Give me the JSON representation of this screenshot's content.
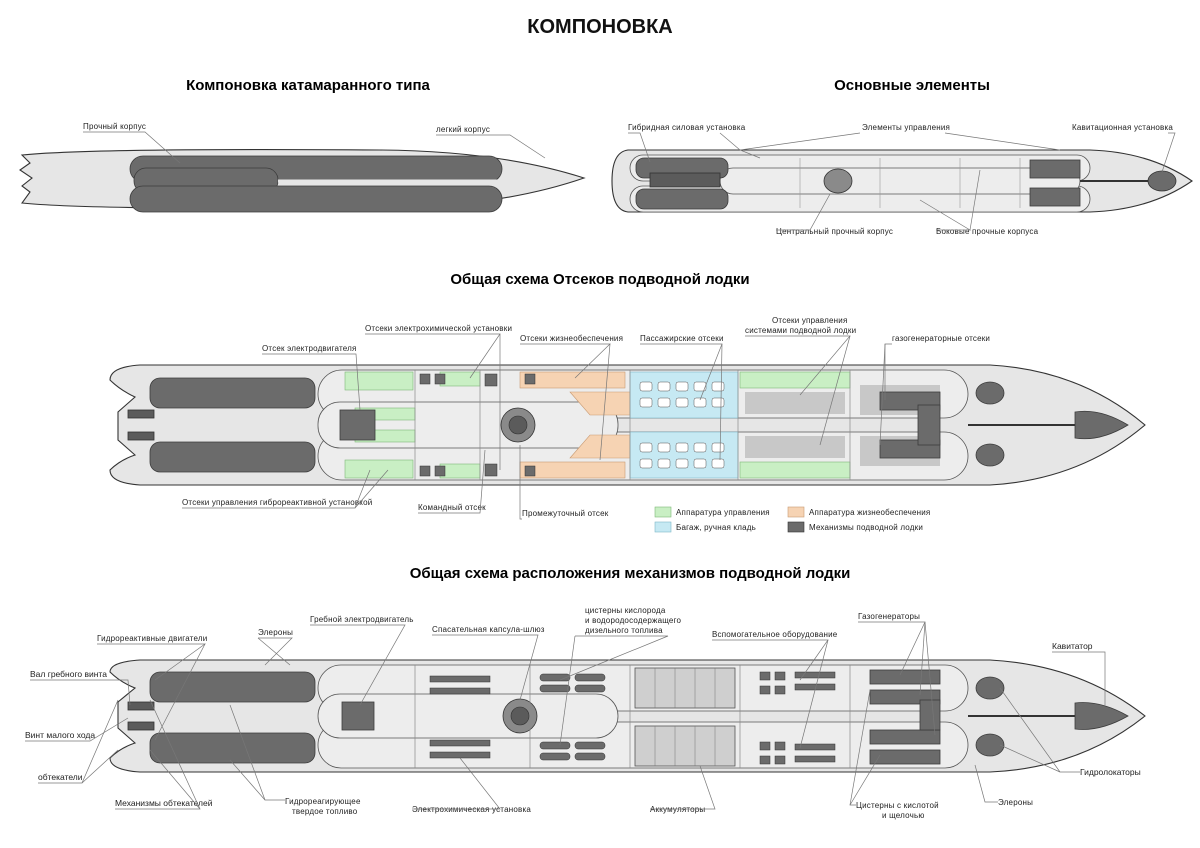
{
  "title": "КОМПОНОВКА",
  "sections": {
    "catamaran": {
      "title": "Компоновка катамаранного типа",
      "labels": {
        "strong_hull": "Прочный корпус",
        "light_hull": "легкий корпус"
      }
    },
    "elements": {
      "title": "Основные элементы",
      "labels": {
        "hybrid": "Гибридная силовая установка",
        "controls": "Элементы управления",
        "cavitation": "Кавитационная установка",
        "central": "Центральный прочный корпус",
        "side": "Боковые прочные корпуса"
      }
    },
    "compartments": {
      "title": "Общая схема Отсеков подводной лодки",
      "labels": {
        "electrochemical": "Отсеки электрохимической установки",
        "life_support": "Отсеки жизнеобеспечения",
        "passenger": "Пассажирские отсеки",
        "control_sys_1": "Отсеки управления",
        "control_sys_2": "системами подводной лодки",
        "gasgen": "газогенераторные отсеки",
        "motor": "Отсек электродвигателя",
        "jet_control": "Отсеки управления гиброреактивной установкой",
        "command": "Командный отсек",
        "intermediate": "Промежуточный отсек"
      },
      "legend": [
        {
          "label": "Аппаратура управления",
          "color": "#c9efc4"
        },
        {
          "label": "Аппаратура жизнеобеспечения",
          "color": "#f6d3b3"
        },
        {
          "label": "Багаж, ручная кладь",
          "color": "#c6e9f3"
        },
        {
          "label": "Механизмы подводной лодки",
          "color": "#6b6b6b"
        }
      ]
    },
    "mechanisms": {
      "title": "Общая схема расположения механизмов подводной лодки",
      "labels": {
        "jet_engines": "Гидрореактивные двигатели",
        "shaft": "Вал гребного винта",
        "slow_prop": "Винт малого хода",
        "fairings": "обтекатели",
        "fairing_mech": "Механизмы обтекателей",
        "ailerons_top": "Элероны",
        "prop_motor": "Гребной электродвигатель",
        "capsule": "Спасательная капсула-шлюз",
        "tanks_1": "цистерны кислорода",
        "tanks_2": "и водородосодержащего",
        "tanks_3": "дизельного топлива",
        "aux": "Вспомогательное оборудование",
        "gasgens": "Газогенераторы",
        "cavitator": "Кавитатор",
        "fuel_1": "Гидрореагирующее",
        "fuel_2": "твердое топливо",
        "electrochem": "Электрохимическая установка",
        "batteries": "Аккумуляторы",
        "acid_1": "Цистерны с кислотой",
        "acid_2": "и щелочью",
        "ailerons_bottom": "Элероны",
        "sonars": "Гидролокаторы"
      }
    }
  }
}
